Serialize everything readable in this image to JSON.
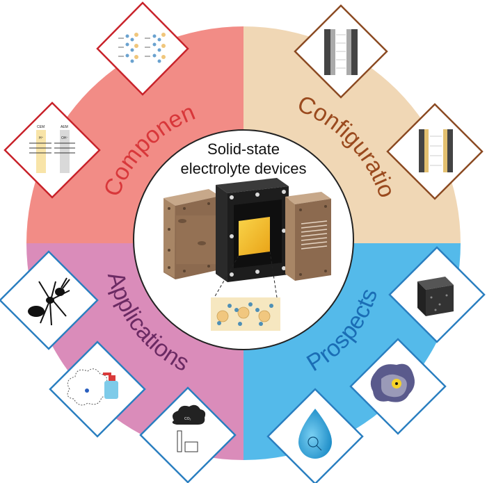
{
  "center": {
    "title_line1": "Solid-state",
    "title_line2": "electrolyte devices"
  },
  "quadrants": [
    {
      "key": "components",
      "label": "Components",
      "fill": "#f28c86",
      "text_color": "#d8373a"
    },
    {
      "key": "configurations",
      "label": "Configurations",
      "fill": "#f0d7b5",
      "text_color": "#9a4a1e"
    },
    {
      "key": "applications",
      "label": "Applications",
      "fill": "#da8cba",
      "text_color": "#6b2a63"
    },
    {
      "key": "prospects",
      "label": "Prospects",
      "fill": "#54baea",
      "text_color": "#1a6db5"
    }
  ],
  "tile_labels": {
    "cem": "CEM",
    "aem": "AEM",
    "h": "H⁺",
    "oh": "OH⁻",
    "co2": "CO₂"
  },
  "colors": {
    "tile_border_red": "#c8222a",
    "tile_border_brown": "#8b4a22",
    "tile_border_blue": "#2a7fc0"
  }
}
